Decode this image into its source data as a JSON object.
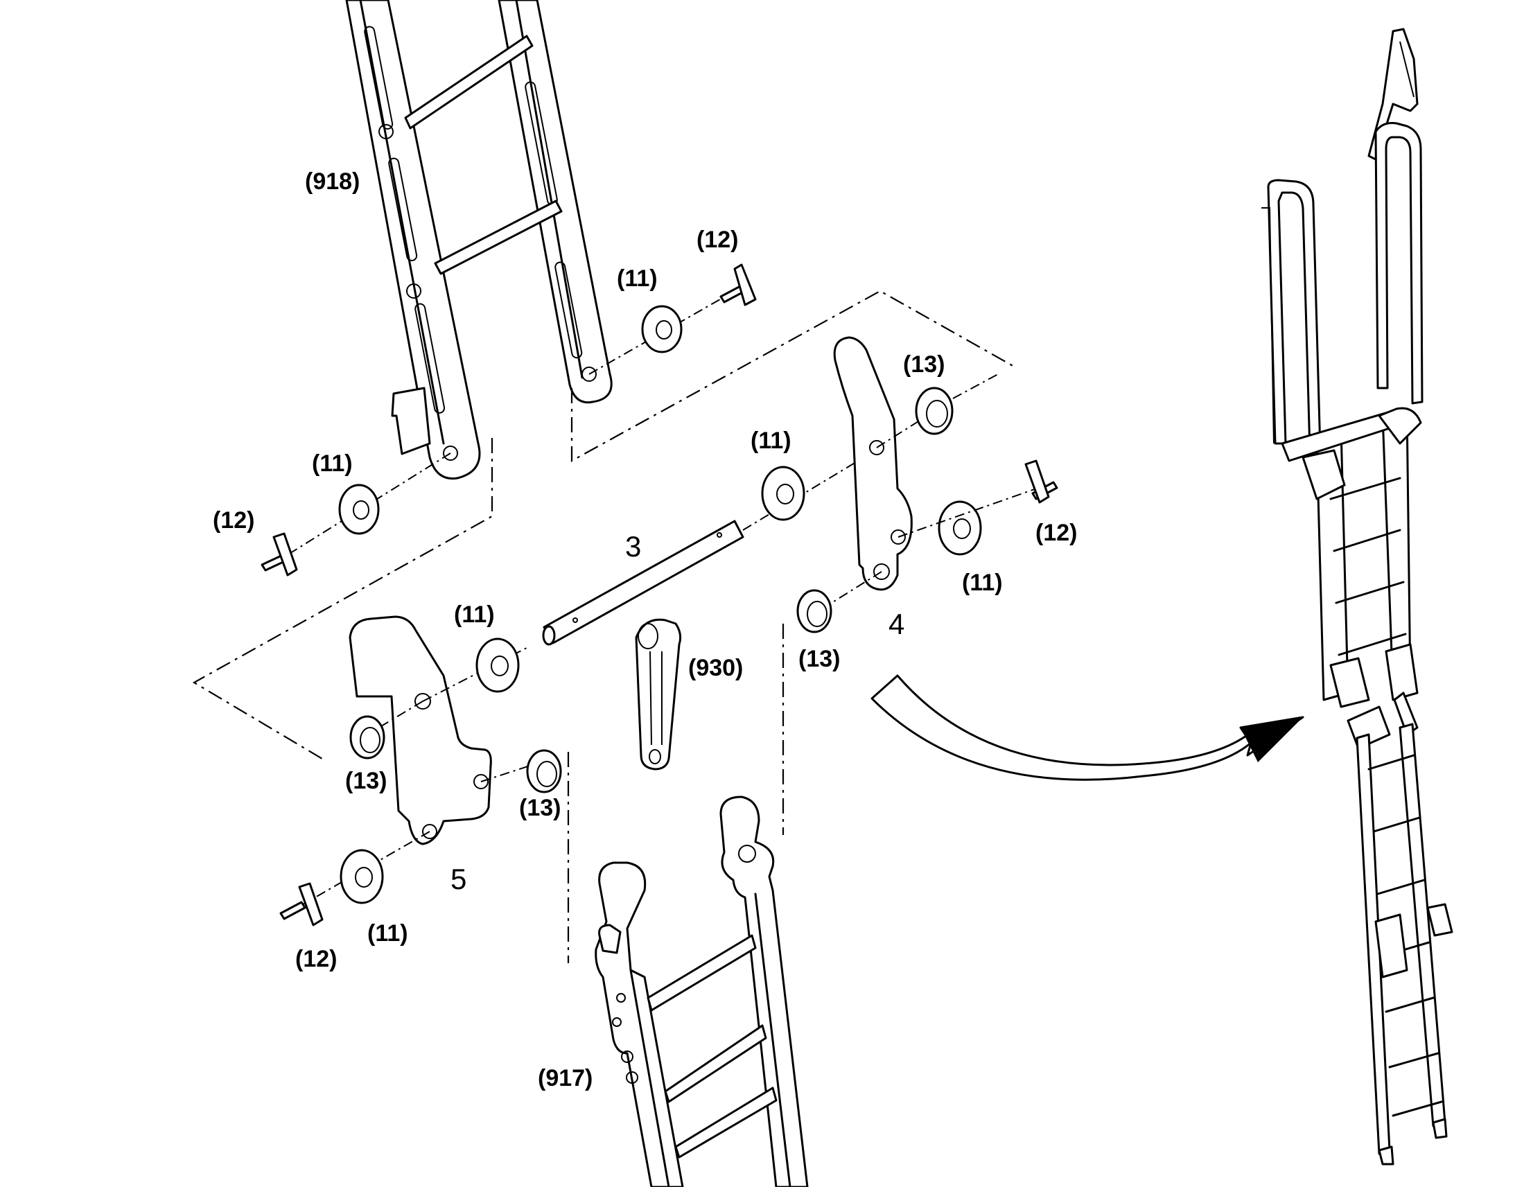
{
  "callouts": {
    "c918": "(918)",
    "c917": "(917)",
    "c930": "(930)",
    "c11": [
      "(11)",
      "(11)",
      "(11)",
      "(11)",
      "(11)",
      "(11)"
    ],
    "c12": [
      "(12)",
      "(12)",
      "(12)",
      "(12)"
    ],
    "c13": [
      "(13)",
      "(13)",
      "(13)",
      "(13)"
    ],
    "n3": "3",
    "n4": "4",
    "n5": "5"
  }
}
